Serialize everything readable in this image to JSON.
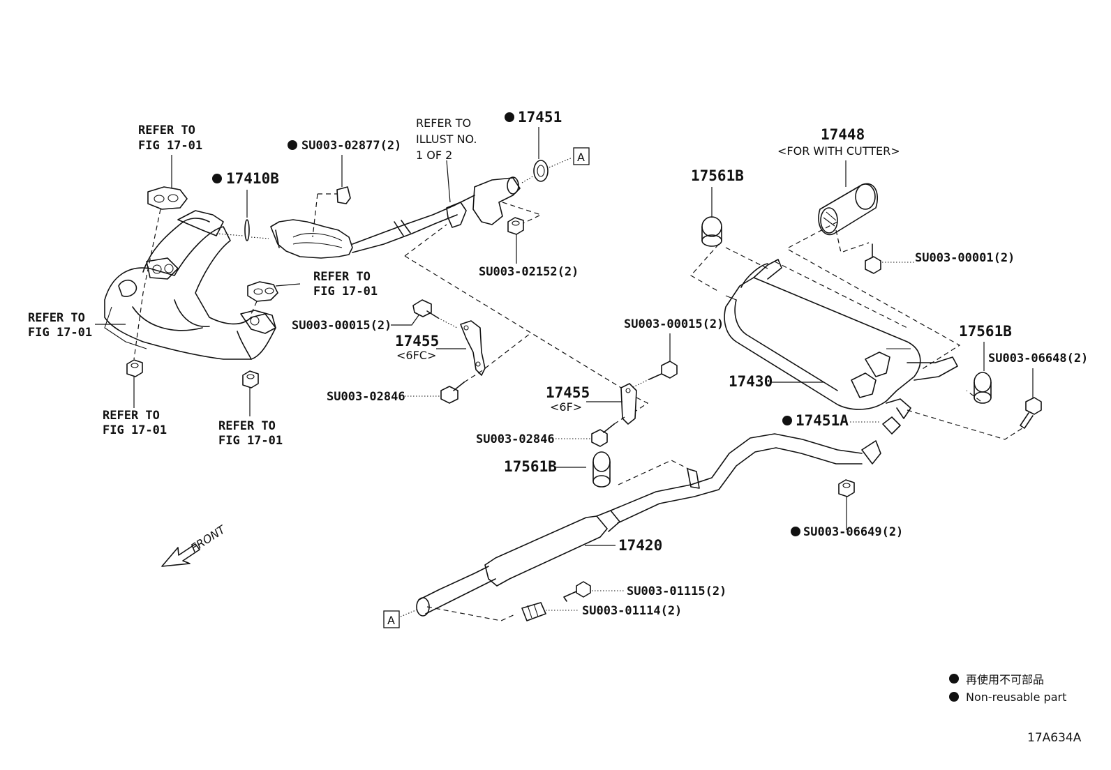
{
  "labels": {
    "refer_fig_a": [
      "REFER TO",
      "FIG 17-01"
    ],
    "refer_fig_b": [
      "REFER TO",
      "FIG 17-01"
    ],
    "refer_fig_c": [
      "REFER TO",
      "FIG 17-01"
    ],
    "refer_fig_d": [
      "REFER TO",
      "FIG 17-01"
    ],
    "refer_fig_e": [
      "REFER TO",
      "FIG 17-01"
    ],
    "refer_illust": [
      "REFER TO",
      "ILLUST NO.",
      "1 OF 2"
    ],
    "p17410B": "17410B",
    "su02877": "SU003-02877(2)",
    "p17451": "17451",
    "boxA": "A",
    "su02152": "SU003-02152(2)",
    "su00015_left": "SU003-00015(2)",
    "p17455_left": "17455",
    "p17455_left_sub": "<6FC>",
    "su02846_left": "SU003-02846",
    "su00015_mid": "SU003-00015(2)",
    "p17455_mid": "17455",
    "p17455_mid_sub": "<6F>",
    "su02846_mid": "SU003-02846",
    "p17561B_mid": "17561B",
    "p17448": "17448",
    "p17448_sub": "<FOR WITH CUTTER>",
    "p17561B_top": "17561B",
    "su00001": "SU003-00001(2)",
    "p17561B_right": "17561B",
    "su06648": "SU003-06648(2)",
    "p17430": "17430",
    "p17451A": "17451A",
    "su06649": "SU003-06649(2)",
    "p17420": "17420",
    "su01115": "SU003-01115(2)",
    "su01114": "SU003-01114(2)",
    "front": "FRONT"
  },
  "legend": {
    "jp": "再使用不可部品",
    "en": "Non-reusable part"
  },
  "figure_code": "17A634A"
}
